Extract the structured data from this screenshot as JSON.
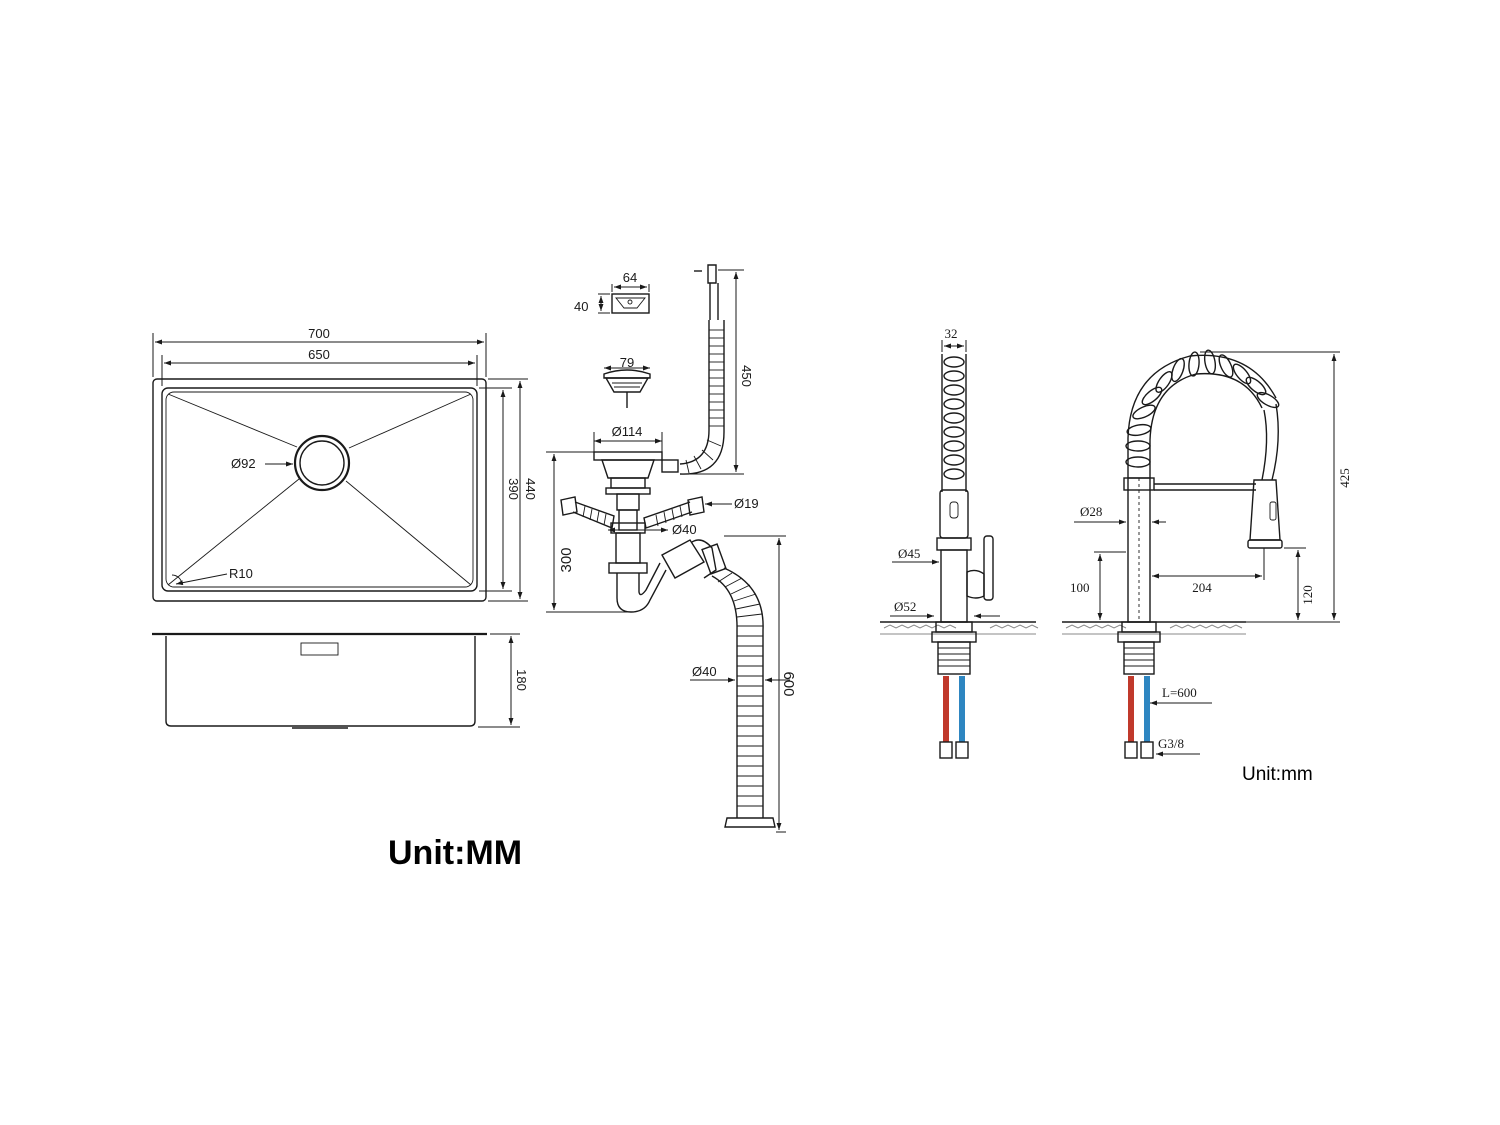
{
  "sink": {
    "outer_width": "700",
    "inner_width": "650",
    "inner_depth": "390",
    "outer_depth": "440",
    "drain_diameter": "Ø92",
    "corner_radius": "R10",
    "bowl_height": "180"
  },
  "drain_kit": {
    "overflow_width": "64",
    "overflow_height": "40",
    "strainer_diameter": "79",
    "flange_diameter": "Ø114",
    "overflow_hose_length": "450",
    "trap_height": "300",
    "side_inlet_diameter": "Ø19",
    "trap_pipe_diameter": "Ø40",
    "drain_hose_diameter": "Ø40",
    "drain_hose_length": "600"
  },
  "faucet_side": {
    "spray_head_diameter": "32",
    "body_diameter": "Ø45",
    "base_diameter": "Ø52"
  },
  "faucet_front": {
    "total_height": "425",
    "column_diameter": "Ø28",
    "base_height": "100",
    "spout_reach": "204",
    "spout_height": "120",
    "hose_length": "L=600",
    "thread": "G3/8"
  },
  "units": {
    "left": "Unit:MM",
    "right": "Unit:mm"
  },
  "colors": {
    "hot_line": "#c0392b",
    "cold_line": "#2e86c1"
  }
}
